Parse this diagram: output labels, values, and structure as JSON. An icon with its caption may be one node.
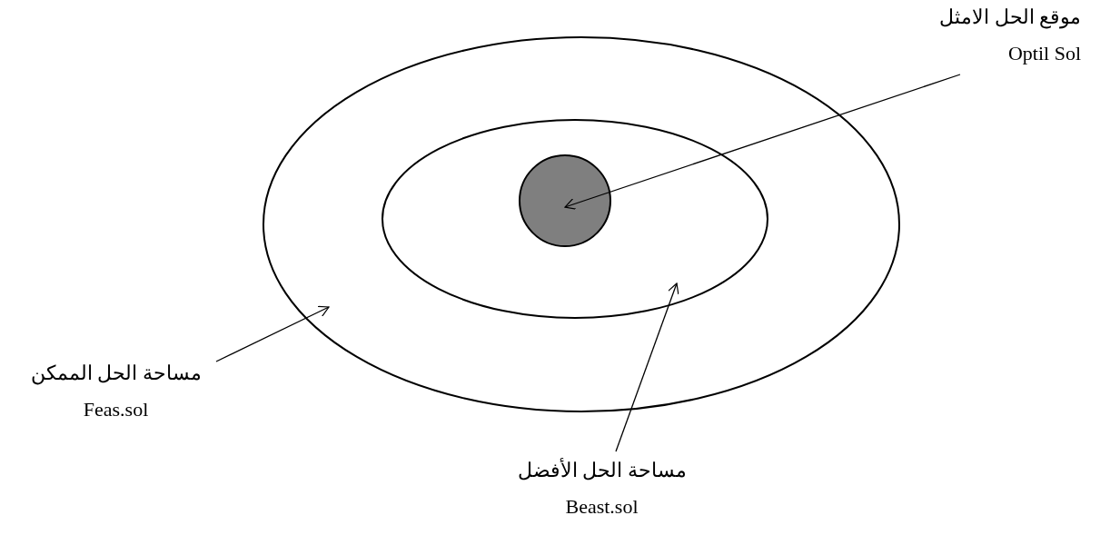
{
  "diagram": {
    "nodes": [
      {
        "text": [],
        "shape": "ellipse"
      },
      {
        "text": [],
        "shape": "ellipse",
        "in": 0
      },
      {
        "text": [],
        "shape": "circle",
        "in": 1
      },
      {
        "text": [
          "موقع الحل الامثل",
          "Optil Sol"
        ]
      },
      {
        "text": [
          "مساحة الحل الممكن",
          "Feas.sol"
        ]
      },
      {
        "text": [
          "مساحة الحل الأفضل",
          "Beast.sol"
        ]
      }
    ],
    "edges": [
      {
        "from": 3,
        "to": 2,
        "arrow": "to"
      },
      {
        "from": 4,
        "to": 0,
        "arrow": "to"
      },
      {
        "from": 5,
        "to": 1,
        "arrow": "to"
      }
    ]
  }
}
